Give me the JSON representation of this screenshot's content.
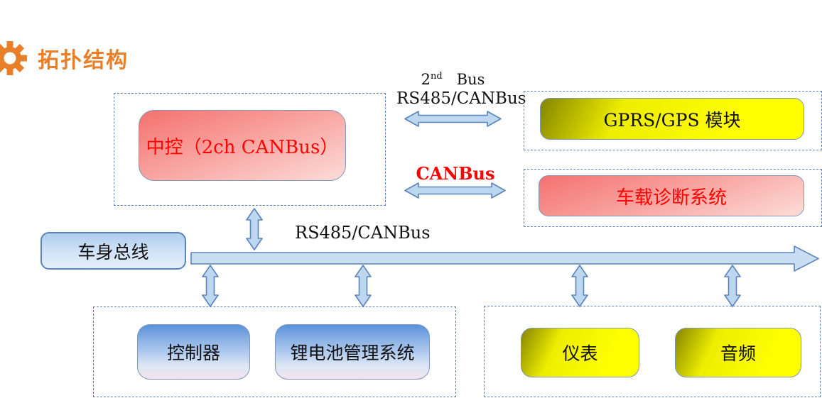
{
  "title": "拓扑结构",
  "labels": {
    "second_bus_base": "2",
    "second_bus_sup": "nd",
    "second_bus_rest": "Bus",
    "rs485_top": "RS485/CANBus",
    "canbus": "CANBus",
    "rs485_bus": "RS485/CANBus"
  },
  "nodes": {
    "central": "中控（2ch CANBus）",
    "gprs": "GPRS/GPS 模块",
    "obd": "车载诊断系统",
    "body_bus": "车身总线",
    "controller": "控制器",
    "bms": "锂电池管理系统",
    "meter": "仪表",
    "audio": "音频"
  },
  "icons": {
    "gear": "gear-icon"
  },
  "colors": {
    "accent_orange": "#E8802B",
    "dash_border": "#5B84B8",
    "node_border": "#7E98B8",
    "red_text": "#FF0000",
    "black_text": "#1A1A1A",
    "arrow_fill": "#BDD7F1",
    "arrow_border": "#5B84B8",
    "bus_fill": "#CADEF3",
    "red_grad_start": "#F4716F",
    "red_grad_end": "#FCDCD8",
    "yellow_grad_start": "#858500",
    "yellow_grad_mid": "#EDED00",
    "yellow_grad_end": "#FFFF00",
    "blue_grad_start": "#5A91DB",
    "blue_grad_mid": "#AFC9EE",
    "blue_grad_end": "#F2E4EC",
    "lightblue_grad_start": "#AECDEF",
    "lightblue_grad_end": "#E4EEFA"
  }
}
